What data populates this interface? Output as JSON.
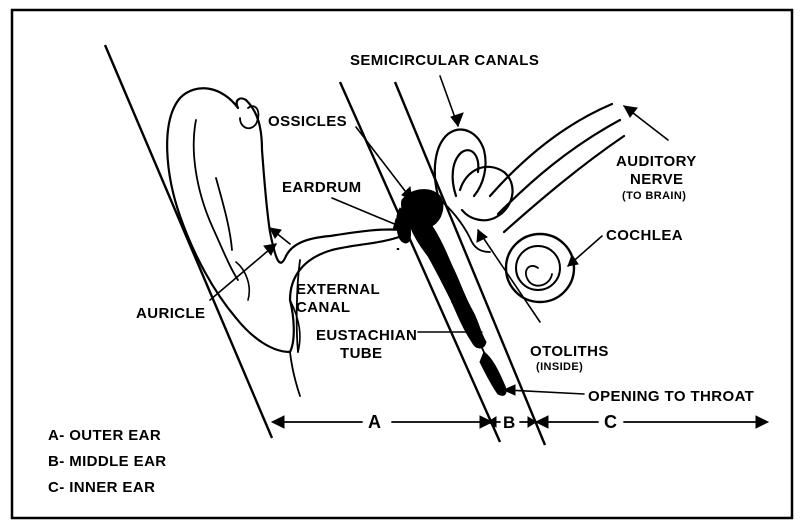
{
  "diagram": {
    "labels": {
      "semicircular_canals": "SEMICIRCULAR CANALS",
      "ossicles": "OSSICLES",
      "auditory_nerve_1": "AUDITORY",
      "auditory_nerve_2": "NERVE",
      "auditory_nerve_3": "(TO BRAIN)",
      "eardrum": "EARDRUM",
      "cochlea": "COCHLEA",
      "external_canal_1": "EXTERNAL",
      "external_canal_2": "CANAL",
      "auricle": "AURICLE",
      "eustachian_1": "EUSTACHIAN",
      "eustachian_2": "TUBE",
      "otoliths_1": "OTOLITHS",
      "otoliths_2": "(INSIDE)",
      "opening": "OPENING TO THROAT"
    },
    "sections": {
      "a": "A",
      "b": "B",
      "c": "C"
    },
    "legend": [
      "A- OUTER EAR",
      "B- MIDDLE EAR",
      "C- INNER EAR"
    ]
  }
}
